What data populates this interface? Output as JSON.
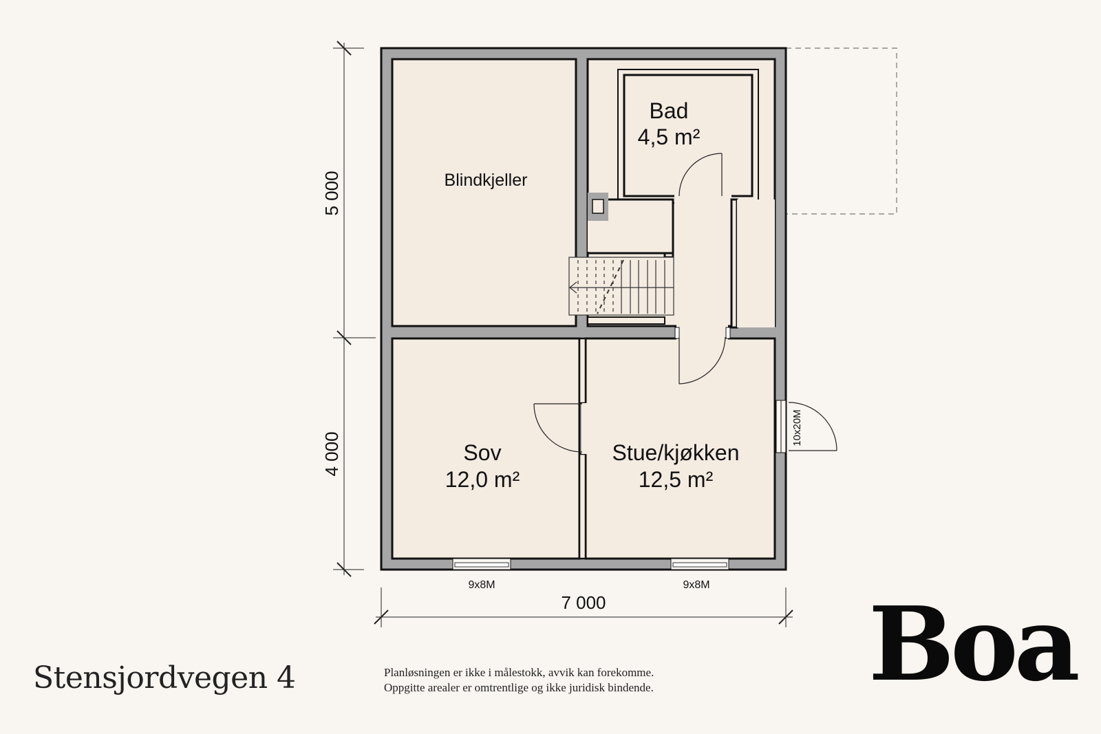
{
  "floorplan": {
    "rooms": [
      {
        "id": "blindkjeller",
        "name": "Blindkjeller",
        "area": ""
      },
      {
        "id": "bad",
        "name": "Bad",
        "area": "4,5 m²"
      },
      {
        "id": "sov",
        "name": "Sov",
        "area": "12,0 m²"
      },
      {
        "id": "stue",
        "name": "Stue/kjøkken",
        "area": "12,5 m²"
      }
    ],
    "dimensions": {
      "width": "7 000",
      "height_upper": "5 000",
      "height_lower": "4 000"
    },
    "windows": [
      {
        "label": "9x8M"
      },
      {
        "label": "9x8M"
      }
    ],
    "door_exterior": {
      "label": "10x20M"
    }
  },
  "footer": {
    "address": "Stensjordvegen 4",
    "disclaimer_line1": "Planløsningen er ikke i målestokk, avvik kan forekomme.",
    "disclaimer_line2": "Oppgitte arealer er omtrentlige og ikke juridisk bindende.",
    "logo": "Boa"
  },
  "colors": {
    "background": "#f9f5f0",
    "floor": "#f4ebe1",
    "wall": "#a6a6a6",
    "outline": "#111111"
  }
}
